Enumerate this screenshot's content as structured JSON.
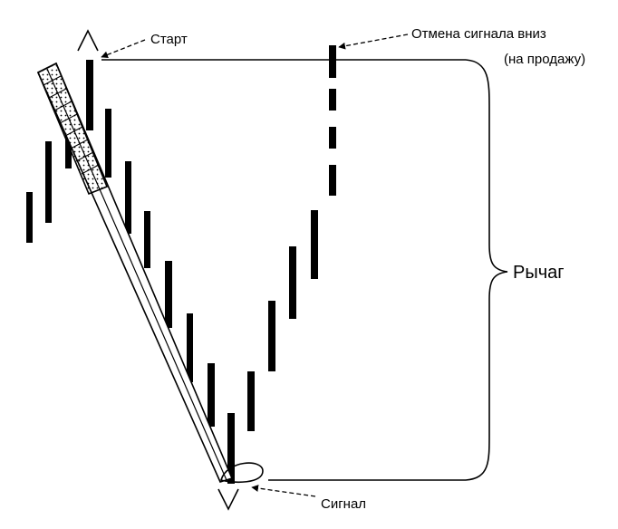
{
  "labels": {
    "start": "Старт",
    "cancel_line1": "Отмена сигнала вниз",
    "cancel_line2": "(на продажу)",
    "lever": "Рычаг",
    "signal": "Сигнал"
  },
  "colors": {
    "ink": "#000000",
    "paper": "#ffffff"
  },
  "icons": {
    "lever_handle": "dotted-hatch-rectangle",
    "start_marker": "caret-up",
    "signal_marker": "caret-down"
  }
}
